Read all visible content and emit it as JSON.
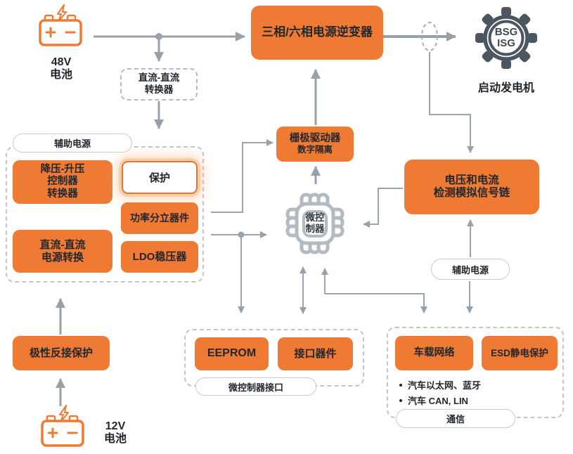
{
  "colors": {
    "orange": "#EF7A33",
    "line_gray": "#98A1A9",
    "text_dark": "#22272D",
    "gear_slate": "#4C5661",
    "mcu_gray": "#B3BBC2"
  },
  "top": {
    "battery48": {
      "line1": "48V",
      "line2": "电池"
    },
    "dcdc_converter": {
      "line1": "直流-直流",
      "line2": "转换器"
    },
    "inverter": {
      "label": "三相/六相电源逆变器"
    },
    "generator": {
      "gear_line1": "BSG",
      "gear_line2": "ISG",
      "caption": "启动发电机"
    }
  },
  "aux_power_group": {
    "label": "辅助电源",
    "buck_boost": {
      "line1": "降压-升压",
      "line2": "控制器",
      "line3": "转换器"
    },
    "protection": {
      "label": "保护"
    },
    "power_discretes": {
      "label": "功率分立器件"
    },
    "dcdc_power": {
      "line1": "直流-直流",
      "line2": "电源转换"
    },
    "ldo": {
      "label": "LDO稳压器"
    }
  },
  "center": {
    "gate_driver": {
      "line1": "栅极驱动器",
      "line2": "数字隔离"
    },
    "mcu": {
      "line1": "微控",
      "line2": "制器"
    },
    "vi_sense": {
      "line1": "电压和电流",
      "line2": "检测模拟信号链"
    },
    "aux_power_pill": {
      "label": "辅助电源"
    }
  },
  "bottom_left": {
    "reverse_polarity": {
      "label": "极性反接保护"
    },
    "battery12": {
      "line1": "12V",
      "line2": "电池"
    }
  },
  "mcu_interface_group": {
    "label": "微控制器接口",
    "eeprom": {
      "label": "EEPROM"
    },
    "interface_devices": {
      "label": "接口器件"
    }
  },
  "comm_group": {
    "label": "通信",
    "vehicle_network": {
      "label": "车载网络"
    },
    "esd": {
      "label": "ESD静电保护"
    },
    "bullets": [
      "汽车以太网、蓝牙",
      "汽车 CAN, LIN"
    ]
  }
}
